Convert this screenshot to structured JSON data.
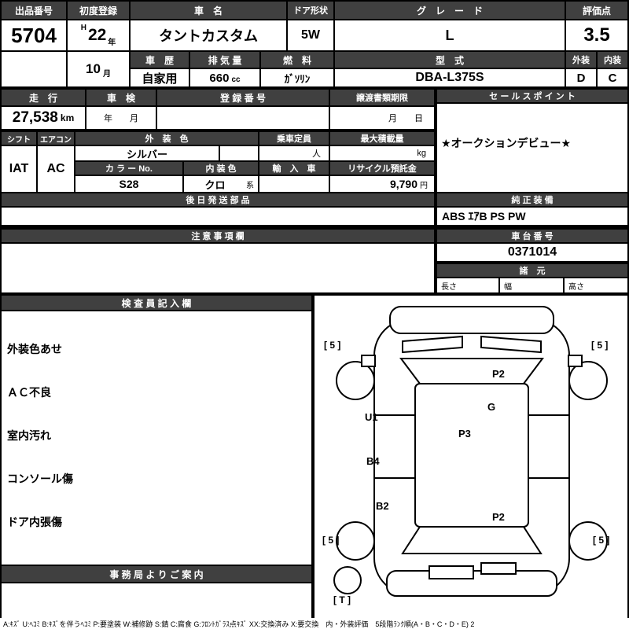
{
  "top": {
    "auction_no_label": "出品番号",
    "auction_no": "5704",
    "first_reg_label": "初度登録",
    "era": "H",
    "reg_year": "22",
    "year_unit": "年",
    "reg_month": "10",
    "month_unit": "月",
    "car_name_label": "車　名",
    "car_name": "タントカスタム",
    "door_label": "ドア形状",
    "door": "5W",
    "grade_label": "グ　レ　ー　ド",
    "grade": "L",
    "score_label": "評価点",
    "score": "3.5",
    "history_label": "車　歴",
    "history": "自家用",
    "disp_label": "排 気 量",
    "disp": "660",
    "disp_unit": "cc",
    "fuel_label": "燃　料",
    "fuel": "ｶﾞｿﾘﾝ",
    "model_label": "型　式",
    "model": "DBA-L375S",
    "ext_label": "外装",
    "ext_grade": "D",
    "int_label": "内装",
    "int_grade": "C"
  },
  "reg": {
    "mileage_label": "走　行",
    "mileage": "27,538",
    "mileage_unit": "km",
    "shaken_label": "車　検",
    "shaken_value": "年　　月",
    "regno_label": "登 録 番 号",
    "deadline_label": "譲渡書類期限",
    "deadline_value": "月　　日",
    "sales_label": "セ ー ル ス ポ イ ン ト",
    "sales_point": "★オークションデビュー★"
  },
  "spec": {
    "shift_label": "シフト",
    "shift": "IAT",
    "aircon_label": "エアコン",
    "aircon": "AC",
    "ext_color_label": "外　装　色",
    "ext_color": "シルバー",
    "capacity_label": "乗車定員",
    "capacity_unit": "人",
    "payload_label": "最大積載量",
    "payload_unit": "kg",
    "color_no_label": "カ ラ ー No.",
    "color_no": "S28",
    "int_color_label": "内 装 色",
    "int_color": "クロ",
    "int_color_suffix": "系",
    "import_label": "輸　入　車",
    "recycle_label": "リサイクル預託金",
    "recycle_amount": "9,790",
    "recycle_unit": "円",
    "later_parts_label": "後 日 発 送 部 品",
    "equip_label": "純 正 装 備",
    "equipment": "ABS ｴｱB PS PW"
  },
  "notes": {
    "caution_label": "注 意 事 項 欄",
    "chassis_label": "車 台 番 号",
    "chassis_no": "0371014",
    "dims_label": "諸　元",
    "length_label": "長さ",
    "width_label": "幅",
    "height_label": "高さ"
  },
  "inspection": {
    "label": "検 査 員 記 入 欄",
    "items": [
      "外装色あせ",
      "ＡＣ不良",
      "室内汚れ",
      "コンソール傷",
      "ドア内張傷"
    ],
    "office_label": "事 務 局 よ り ご 案 内"
  },
  "diagram": {
    "corner_tires": [
      "[ 5 ]",
      "[ 5 ]",
      "[ 5 ]",
      "[ 5 ]"
    ],
    "spare_tire": "[ T ]",
    "marks": [
      "P2",
      "U1",
      "G",
      "P3",
      "B4",
      "B2",
      "P2"
    ]
  },
  "legend": "A:ｷｽﾞ U:ﾍｺﾐ B:ｷｽﾞを伴うﾍｺﾐ P:要塗装 W:補修跡 S:錆 C:腐食 G:ﾌﾛﾝﾄｶﾞﾗｽ点ｷｽﾞ XX:交換済み X:要交換　内・外装評価　5段階ﾗﾝｸ順(A・B・C・D・E) 2",
  "colors": {
    "header_bg": "#404040",
    "border": "#000000"
  }
}
